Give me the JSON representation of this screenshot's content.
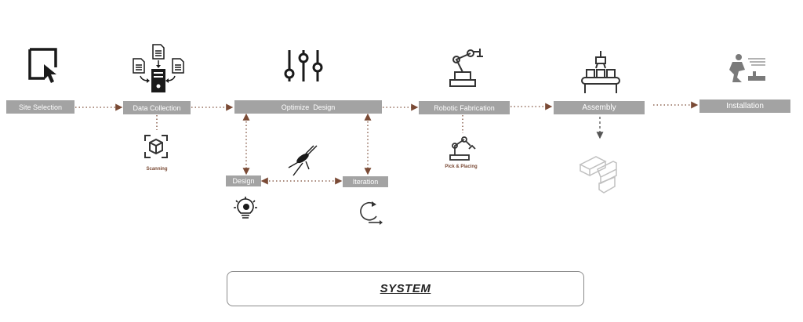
{
  "stages": {
    "site_selection": "Site Selection",
    "data_collection": "Data Collection",
    "optimize_design": "Optimize  Design",
    "robotic_fabrication": "Robotic Fabrication",
    "assembly": "Assembly",
    "installation": "Installation"
  },
  "sub": {
    "design": "Design",
    "iteration": "Iteration"
  },
  "captions": {
    "scanning": "Scanning",
    "pick_placing": "Pick & Placing"
  },
  "footer": {
    "label": "SYSTEM"
  },
  "colors": {
    "box": "#a3a3a3",
    "arrow": "#7a4a35",
    "icon": "#1a1a1a",
    "caption": "#7a4a35"
  }
}
